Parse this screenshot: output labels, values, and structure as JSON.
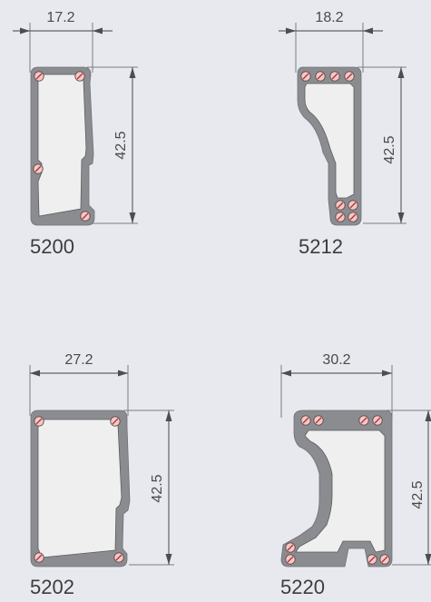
{
  "profiles": [
    {
      "code": "5200",
      "width_label": "17.2",
      "height_label": "42.5"
    },
    {
      "code": "5212",
      "width_label": "18.2",
      "height_label": "42.5"
    },
    {
      "code": "5202",
      "width_label": "27.2",
      "height_label": "42.5"
    },
    {
      "code": "5220",
      "width_label": "30.2",
      "height_label": "42.5"
    }
  ],
  "colors": {
    "background": "#e8e9ee",
    "profile_wall": "#8a8c90",
    "profile_fill": "#efefef",
    "screw_fill": "#f2c9c9",
    "screw_mark": "#b03030"
  }
}
